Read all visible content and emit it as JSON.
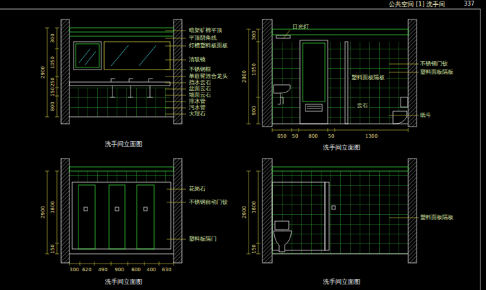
{
  "diagram": {
    "title": "公共空间 [1] 洗手间",
    "labels": [
      "337",
      "暗架矿棉平顶",
      "平顶阴角线",
      "灯槽塑料板面板",
      "清玻镜",
      "不锈钢框",
      "单嵌臂混合龙头",
      "挡水云石",
      "盆面云石",
      "墙面云石",
      "排水管",
      "污水管",
      "大理石",
      "300",
      "1050",
      "250",
      "150",
      "800",
      "2900",
      "洗手间立面图",
      "日光灯",
      "不锈钢门铰",
      "塑料面板隔板",
      "塑料面板隔板",
      "云石",
      "纸斗",
      "650",
      "50",
      "800",
      "50",
      "1300",
      "300",
      "1050",
      "900",
      "2900",
      "洗手间立面图",
      "花岗石",
      "不锈钢自动门铰",
      "塑料板隔门",
      "300",
      "620",
      "490",
      "900",
      "600",
      "400",
      "630",
      "1800",
      "150",
      "2900",
      "洗手间立面图",
      "塑料面板隔板",
      "1800",
      "150",
      "2900",
      "洗手间立面图"
    ]
  }
}
